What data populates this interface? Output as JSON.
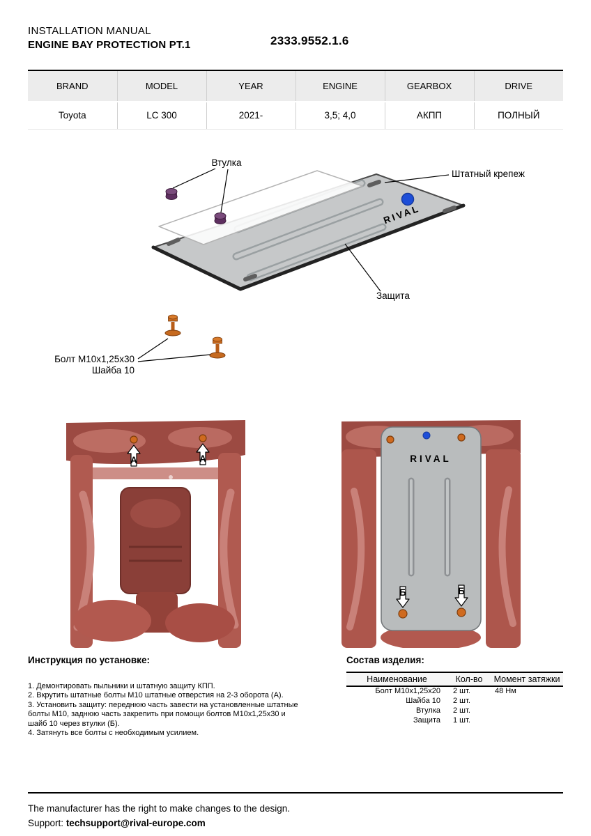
{
  "header": {
    "line1": "INSTALLATION MANUAL",
    "line2": "ENGINE BAY PROTECTION PT.1",
    "part_number": "2333.9552.1.6"
  },
  "spec_table": {
    "headers": [
      "BRAND",
      "MODEL",
      "YEAR",
      "ENGINE",
      "GEARBOX",
      "DRIVE"
    ],
    "rows": [
      [
        "Toyota",
        "LC 300",
        "2021-",
        "3,5; 4,0",
        "АКПП",
        "ПОЛНЫЙ"
      ]
    ]
  },
  "diagram": {
    "brand": "RIVAL",
    "labels": {
      "bushing": "Втулка",
      "factory_fastener": "Штатный крепеж",
      "protection": "Защита",
      "bolt": "Болт  М10х1,25х30",
      "washer": "Шайба  10"
    }
  },
  "photos": {
    "left_markers": [
      "А",
      "А"
    ],
    "right_markers": [
      "Б",
      "Б"
    ]
  },
  "instructions": {
    "title": "Инструкция по установке:",
    "steps": [
      "1. Демонтировать пыльники и штатную защиту КПП.",
      "2. Вкрутить штатные болты М10 штатные отверстия на 2-3 оборота (А).",
      "3. Установить защиту: переднюю часть завести на установленные штатные болты М10, заднюю часть закрепить при помощи болтов М10х1,25х30 и шайб 10 через втулки (Б).",
      "4. Затянуть все болты с необходимым усилием."
    ]
  },
  "parts": {
    "title": "Состав изделия:",
    "headers": [
      "Наименование",
      "Кол-во",
      "Момент затяжки"
    ],
    "rows": [
      [
        "Болт М10х1,25х20",
        "2 шт.",
        "48 Нм"
      ],
      [
        "Шайба 10",
        "2 шт.",
        ""
      ],
      [
        "Втулка",
        "2 шт.",
        ""
      ],
      [
        "Защита",
        "1 шт.",
        ""
      ]
    ]
  },
  "footer": {
    "disclaimer": "The manufacturer has the right to make changes to the design.",
    "support_label": "Support:",
    "support_email": "techsupport@rival-europe.com"
  },
  "colors": {
    "photo_pink": "#b2594f",
    "plate_gray": "#c6c8c9",
    "bolt_orange": "#cf6a1f",
    "bushing_purple": "#5e2f60",
    "dot_blue": "#1d4ed8"
  }
}
